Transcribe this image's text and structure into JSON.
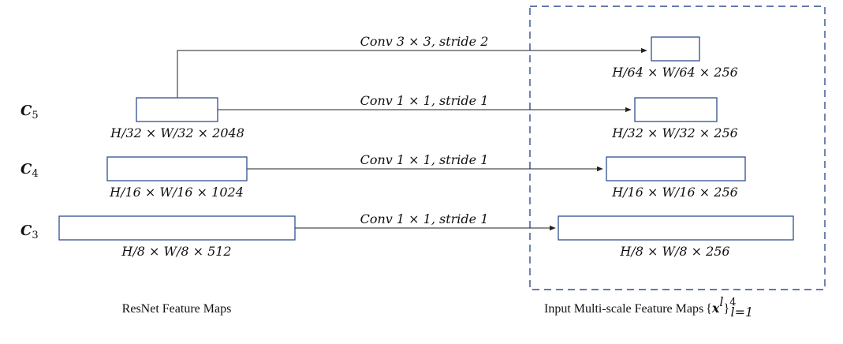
{
  "colors": {
    "box_stroke": "#2f4f8f",
    "dashed_region": "#2f4f8f",
    "arrow": "#222222"
  },
  "levels": {
    "c5": {
      "label_letter": "C",
      "label_sub": "5"
    },
    "c4": {
      "label_letter": "C",
      "label_sub": "4"
    },
    "c3": {
      "label_letter": "C",
      "label_sub": "3"
    }
  },
  "left_maps": {
    "c5": "H/32 × W/32 × 2048",
    "c4": "H/16 × W/16 × 1024",
    "c3": "H/8 × W/8 × 512"
  },
  "right_maps": {
    "extra": "H/64 × W/64 × 256",
    "c5": "H/32 × W/32 × 256",
    "c4": "H/16 × W/16 × 256",
    "c3": "H/8 × W/8 × 256"
  },
  "ops": {
    "extra": {
      "kernel": "Conv 3 × 3,",
      "stride": "stride 2"
    },
    "c5": {
      "kernel": "Conv 1 × 1,",
      "stride": "stride 1"
    },
    "c4": {
      "kernel": "Conv 1 × 1,",
      "stride": "stride 1"
    },
    "c3": {
      "kernel": "Conv 1 × 1,",
      "stride": "stride 1"
    }
  },
  "captions": {
    "left": "ResNet Feature Maps",
    "right": "Input Multi-scale Feature Maps",
    "right_math_open": "{",
    "right_math_var": "x",
    "right_math_sup_l": "l",
    "right_math_close": "}",
    "right_math_sup": "4",
    "right_math_sub": "l=1"
  }
}
